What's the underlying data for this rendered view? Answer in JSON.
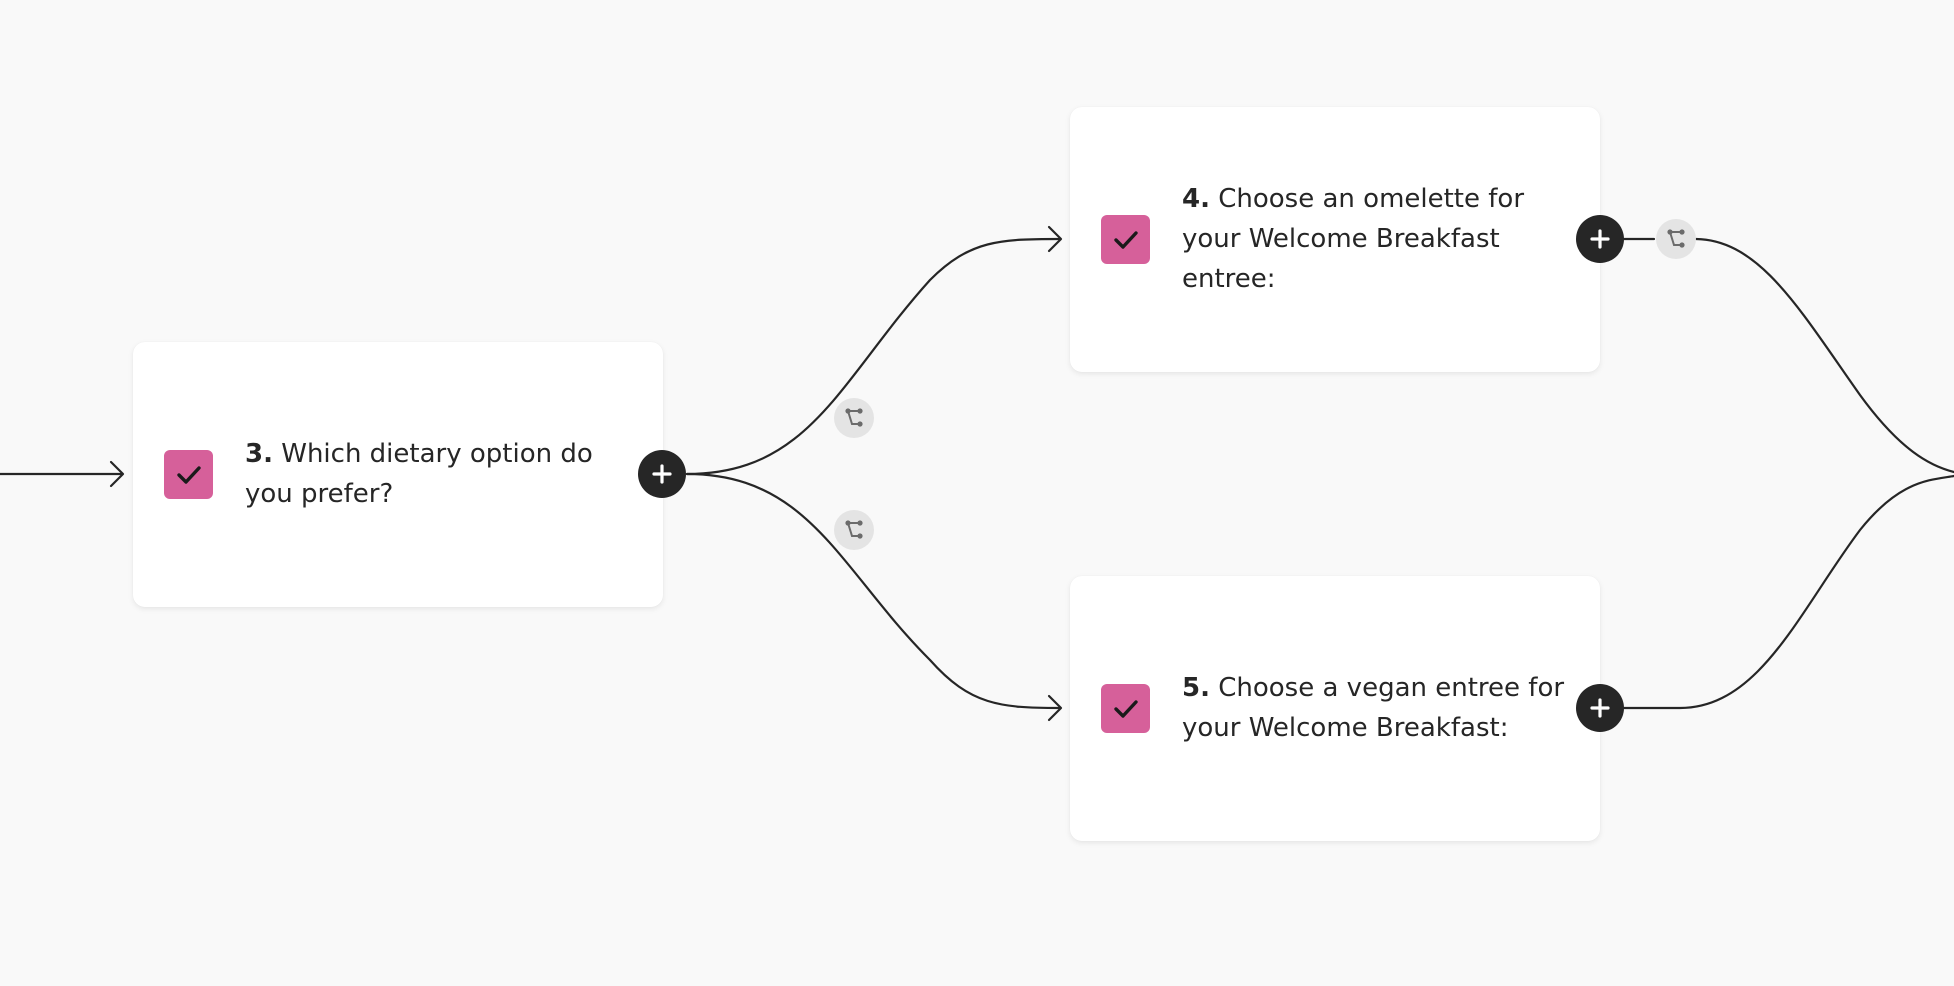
{
  "colors": {
    "background": "#f9f9f9",
    "card": "#ffffff",
    "checkbox": "#d6609a",
    "line": "#262626",
    "add_button": "#262626",
    "branch_badge": "#e4e4e4",
    "text": "#262626"
  },
  "nodes": [
    {
      "number": "3.",
      "label": "Which dietary option do you prefer?",
      "icon": "checkbox-icon"
    },
    {
      "number": "4.",
      "label": "Choose an omelette for your Welcome Breakfast entree:",
      "icon": "checkbox-icon"
    },
    {
      "number": "5.",
      "label": "Choose a vegan entree for your Welcome Breakfast:",
      "icon": "checkbox-icon"
    }
  ],
  "icons": {
    "add": "plus-icon",
    "branch": "branch-logic-icon",
    "arrow": "arrow-right-icon"
  }
}
